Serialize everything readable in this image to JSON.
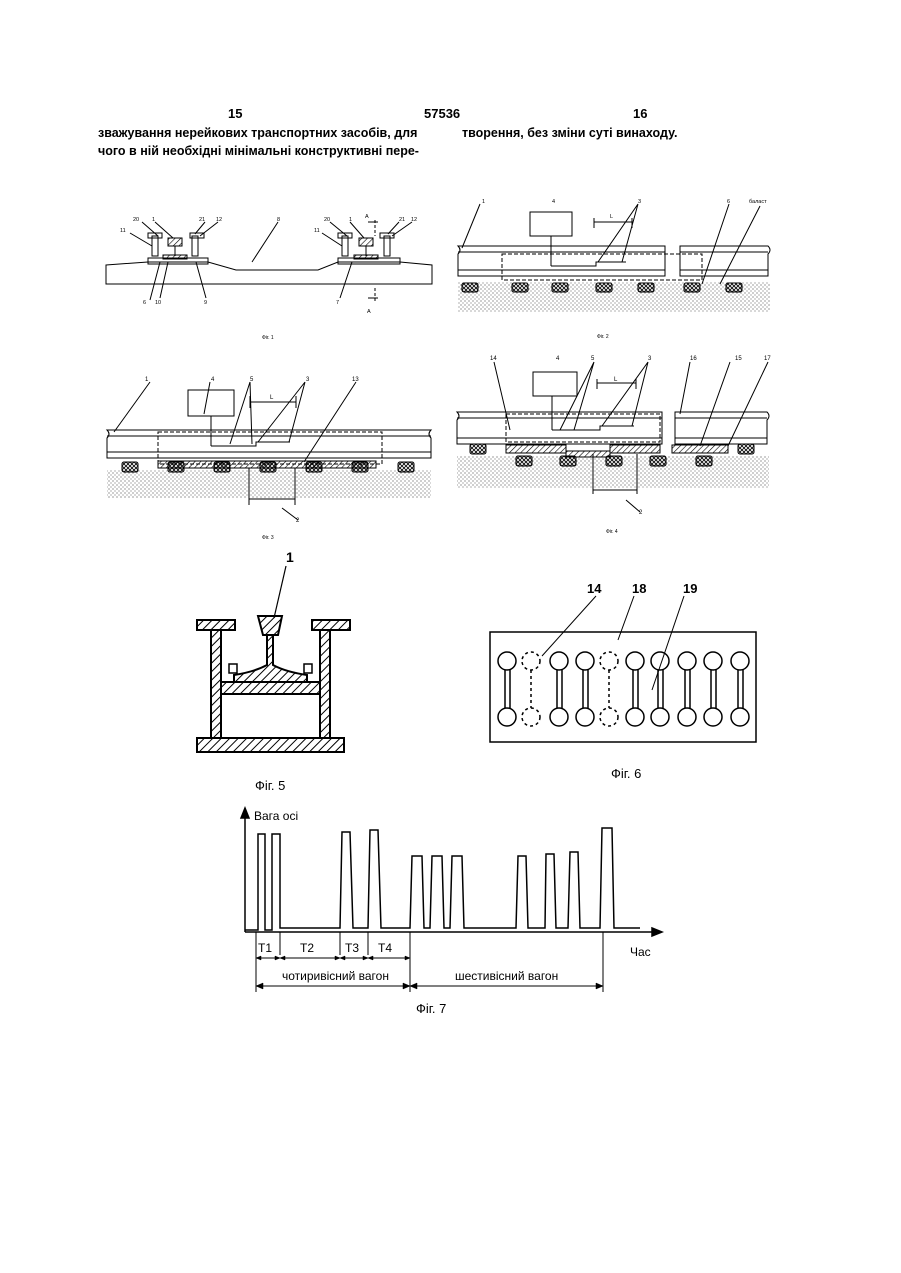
{
  "header": {
    "page_left": "15",
    "patent_no": "57536",
    "page_right": "16"
  },
  "text": {
    "left_line1": "зважування нерейкових транспортних засобів, для",
    "left_line2": "чого в ній необхідні мінімальні конструктивні пере-",
    "right_line1": "творення, без зміни суті винаходу."
  },
  "figures": {
    "fig1": {
      "caption": "Фіг. 1",
      "labels": [
        "20",
        "1",
        "21",
        "12",
        "8",
        "11",
        "6",
        "10",
        "9",
        "20",
        "1",
        "A",
        "21",
        "12",
        "11",
        "7",
        "A"
      ]
    },
    "fig2": {
      "caption": "Фіг. 2",
      "labels": [
        "1",
        "4",
        "L",
        "3",
        "6",
        "баласт"
      ]
    },
    "fig3": {
      "caption": "Фіг. 3",
      "labels": [
        "1",
        "4",
        "5",
        "L",
        "3",
        "13",
        "2"
      ]
    },
    "fig4": {
      "caption": "Фіг. 4",
      "labels": [
        "14",
        "4",
        "5",
        "L",
        "3",
        "16",
        "15",
        "17",
        "2"
      ]
    },
    "fig5": {
      "caption": "Фіг. 5",
      "labels": [
        "1"
      ]
    },
    "fig6": {
      "caption": "Фіг. 6",
      "labels": [
        "14",
        "18",
        "19"
      ]
    },
    "fig7": {
      "caption": "Фіг. 7",
      "ylabel": "Вага осі",
      "xlabel": "Час",
      "intervals": [
        "T1",
        "T2",
        "T3",
        "T4"
      ],
      "wagon_4_axle": "чотиривісний вагон",
      "wagon_6_axle": "шестивісний вагон"
    }
  }
}
